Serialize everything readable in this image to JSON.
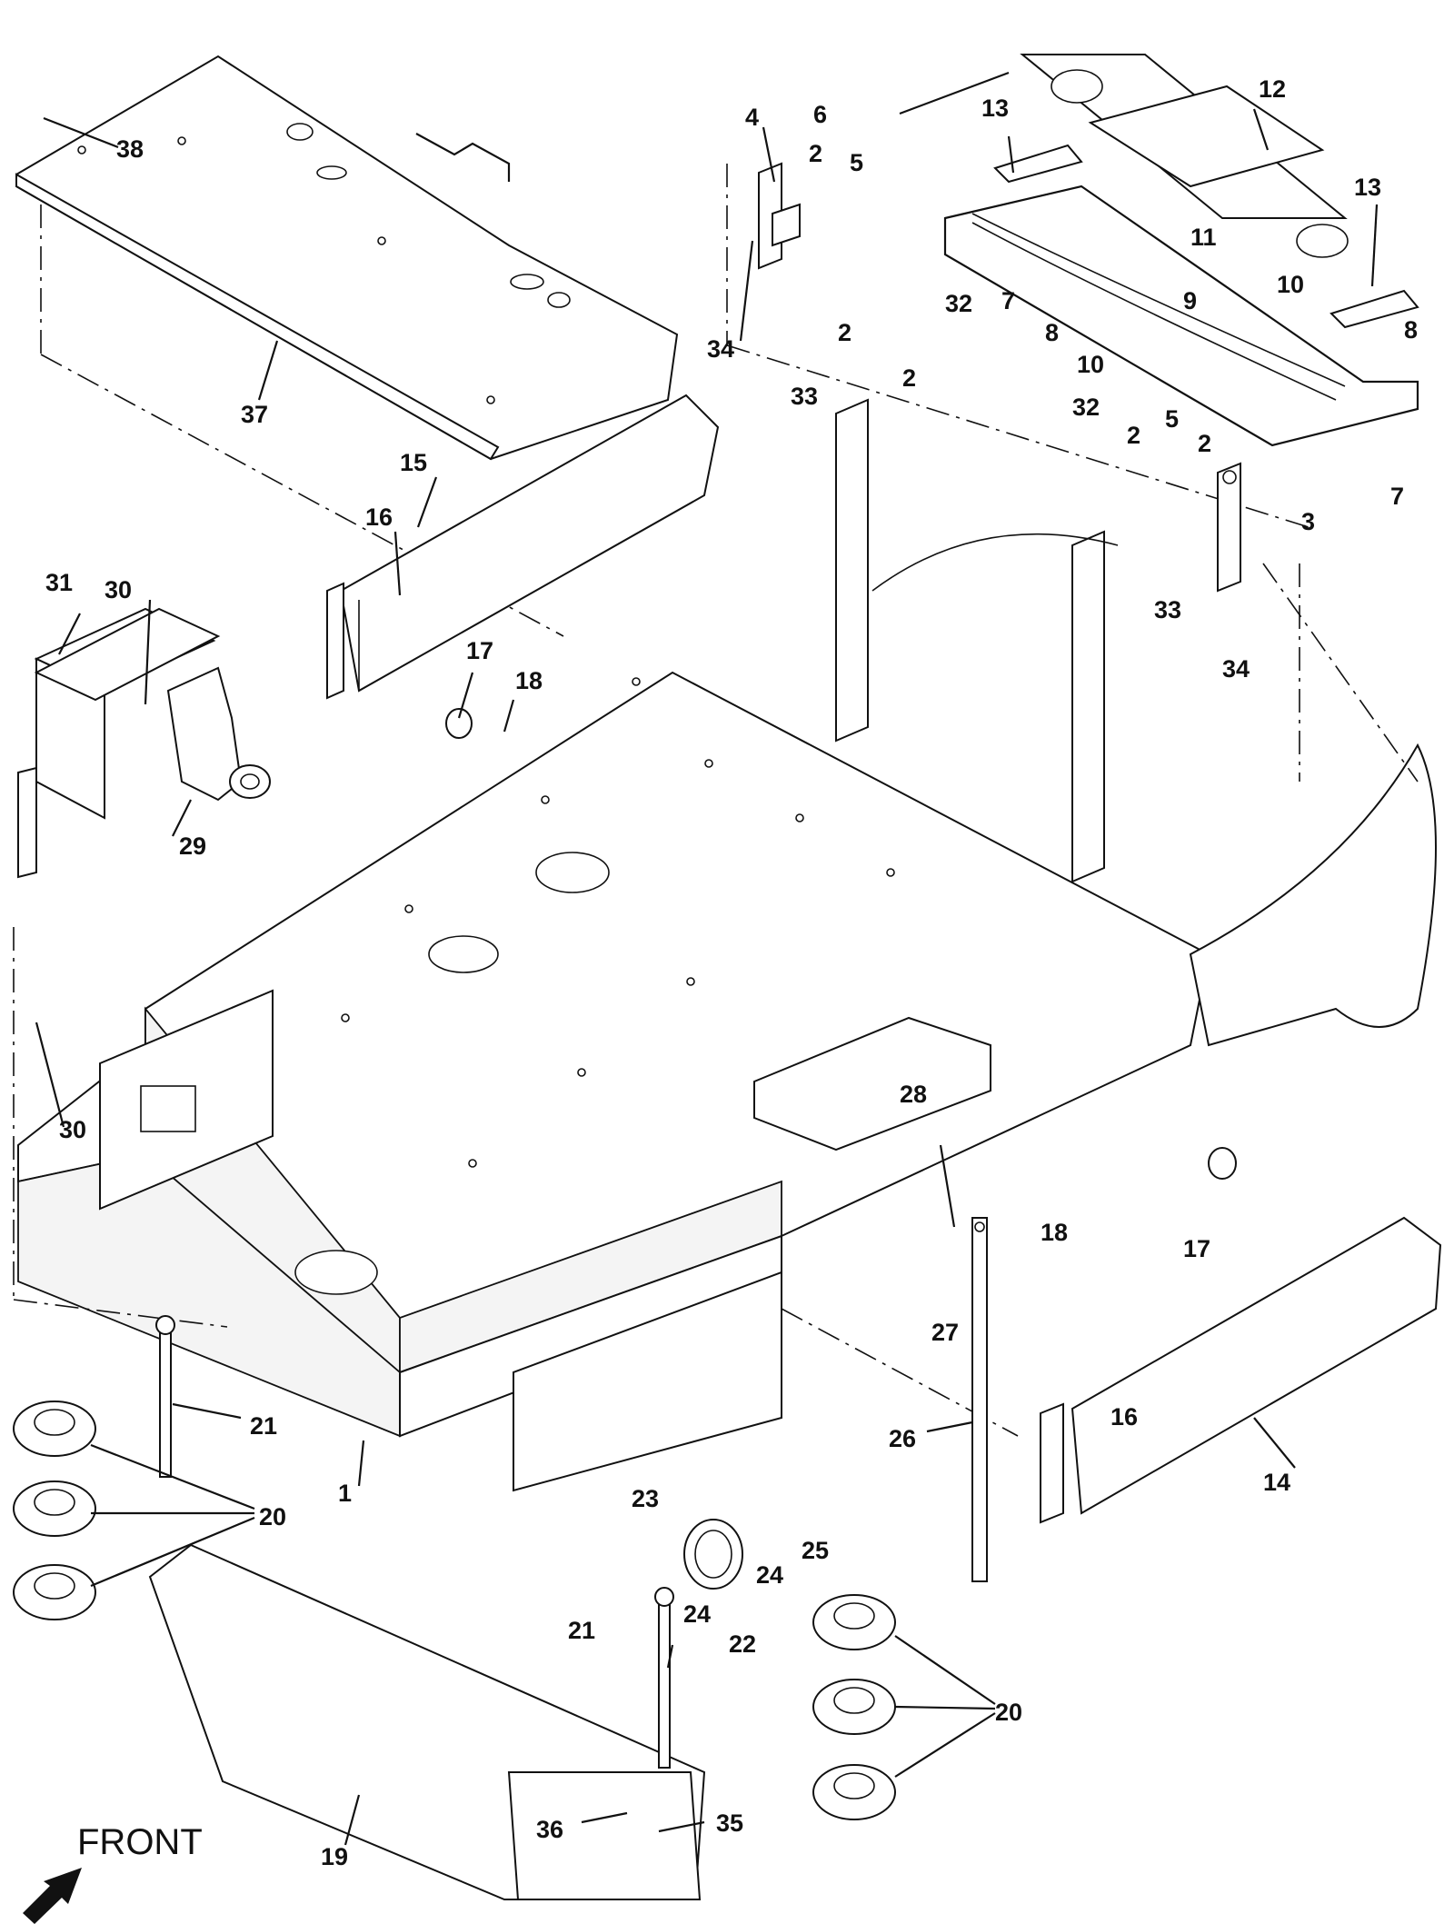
{
  "diagram": {
    "front_label": "FRONT",
    "callouts": [
      {
        "id": "c38",
        "text": "38"
      },
      {
        "id": "c37",
        "text": "37"
      },
      {
        "id": "c15",
        "text": "15"
      },
      {
        "id": "c16a",
        "text": "16"
      },
      {
        "id": "c31",
        "text": "31"
      },
      {
        "id": "c30a",
        "text": "30"
      },
      {
        "id": "c29",
        "text": "29"
      },
      {
        "id": "c17a",
        "text": "17"
      },
      {
        "id": "c18a",
        "text": "18"
      },
      {
        "id": "c30b",
        "text": "30"
      },
      {
        "id": "c4",
        "text": "4"
      },
      {
        "id": "c6",
        "text": "6"
      },
      {
        "id": "c2a",
        "text": "2"
      },
      {
        "id": "c5a",
        "text": "5"
      },
      {
        "id": "c13a",
        "text": "13"
      },
      {
        "id": "c12",
        "text": "12"
      },
      {
        "id": "c13b",
        "text": "13"
      },
      {
        "id": "c34a",
        "text": "34"
      },
      {
        "id": "c33a",
        "text": "33"
      },
      {
        "id": "c2b",
        "text": "2"
      },
      {
        "id": "c32a",
        "text": "32"
      },
      {
        "id": "c2c",
        "text": "2"
      },
      {
        "id": "c7a",
        "text": "7"
      },
      {
        "id": "c8a",
        "text": "8"
      },
      {
        "id": "c10a",
        "text": "10"
      },
      {
        "id": "c11",
        "text": "11"
      },
      {
        "id": "c10b",
        "text": "10"
      },
      {
        "id": "c9",
        "text": "9"
      },
      {
        "id": "c8b",
        "text": "8"
      },
      {
        "id": "c7b",
        "text": "7"
      },
      {
        "id": "c32b",
        "text": "32"
      },
      {
        "id": "c2d",
        "text": "2"
      },
      {
        "id": "c5b",
        "text": "5"
      },
      {
        "id": "c2e",
        "text": "2"
      },
      {
        "id": "c3",
        "text": "3"
      },
      {
        "id": "c33b",
        "text": "33"
      },
      {
        "id": "c34b",
        "text": "34"
      },
      {
        "id": "c28",
        "text": "28"
      },
      {
        "id": "c18b",
        "text": "18"
      },
      {
        "id": "c17b",
        "text": "17"
      },
      {
        "id": "c27",
        "text": "27"
      },
      {
        "id": "c16b",
        "text": "16"
      },
      {
        "id": "c14",
        "text": "14"
      },
      {
        "id": "c26",
        "text": "26"
      },
      {
        "id": "c21a",
        "text": "21"
      },
      {
        "id": "c20a",
        "text": "20"
      },
      {
        "id": "c1",
        "text": "1"
      },
      {
        "id": "c23",
        "text": "23"
      },
      {
        "id": "c25",
        "text": "25"
      },
      {
        "id": "c24a",
        "text": "24"
      },
      {
        "id": "c24b",
        "text": "24"
      },
      {
        "id": "c22",
        "text": "22"
      },
      {
        "id": "c21b",
        "text": "21"
      },
      {
        "id": "c20b",
        "text": "20"
      },
      {
        "id": "c36",
        "text": "36"
      },
      {
        "id": "c35",
        "text": "35"
      },
      {
        "id": "c19",
        "text": "19"
      }
    ]
  }
}
